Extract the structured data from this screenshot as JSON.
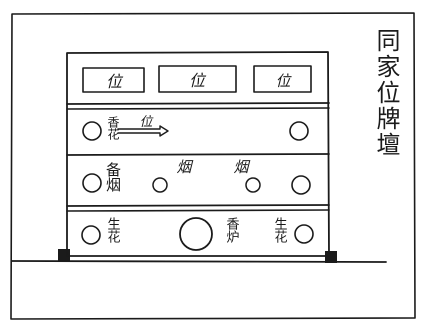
{
  "diagram": {
    "side_title": "同家位牌壇",
    "top_row": {
      "tablets": [
        "位",
        "位",
        "位"
      ]
    },
    "row2": {
      "label": "香花",
      "arrow_label": "位"
    },
    "row3": {
      "left_label": "备烟",
      "mid_label_1": "烟",
      "mid_label_2": "烟"
    },
    "row4": {
      "left_label": "生花",
      "center_label": "香炉",
      "right_label": "生花"
    }
  }
}
